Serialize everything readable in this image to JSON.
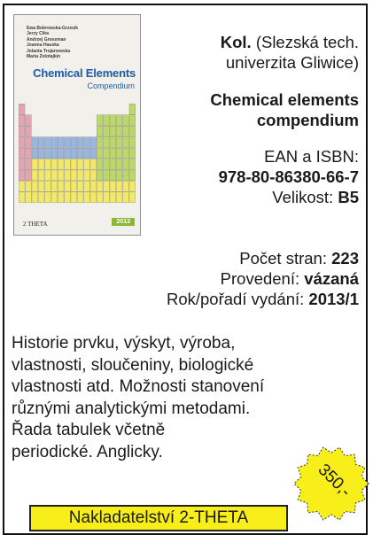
{
  "cover": {
    "authors": [
      "Ewa Bobrowska-Grzesik",
      "Jerzy Ciba",
      "Andrzej Grossman",
      "Joanna Hauska",
      "Jolanta Trojanowska",
      "Maria Zolotajkin"
    ],
    "title": "Chemical Elements",
    "subtitle": "Compendium",
    "publisher": "2 THETA",
    "year": "2013",
    "colors": {
      "title": "#1f5aa8",
      "year_badge": "#8ab832",
      "table_blue": "#9bb6dd",
      "table_green": "#bcd86a",
      "table_yellow": "#f2e86a",
      "table_pink": "#e6a3b0"
    }
  },
  "book": {
    "author": "Kol.",
    "author_note_1": "(Slezská tech.",
    "author_note_2": "univerzita  Gliwice)",
    "title_line_1": "Chemical elements",
    "title_line_2": "compendium",
    "ean_label": "EAN a ISBN:",
    "isbn": "978-80-86380-66-7",
    "size_label": "Velikost:",
    "size_value": "B5",
    "pages_label": "Počet stran:",
    "pages_value": "223",
    "binding_label": "Provedení:",
    "binding_value": "vázaná",
    "edition_label": "Rok/pořadí vydání:",
    "edition_value": "2013/1"
  },
  "description": [
    "Historie prvku, výskyt, výroba,",
    "vlastnosti, sloučeniny, biologické",
    "vlastnosti atd. Možnosti stanovení",
    "různými analytickými metodami.",
    "Řada tabulek včetně",
    "periodické. Anglicky."
  ],
  "price": {
    "value": "350,-",
    "badge_color": "#f7ee1a"
  },
  "publisher_button": {
    "label": "Nakladatelství 2-THETA",
    "color": "#f7ee1a"
  }
}
